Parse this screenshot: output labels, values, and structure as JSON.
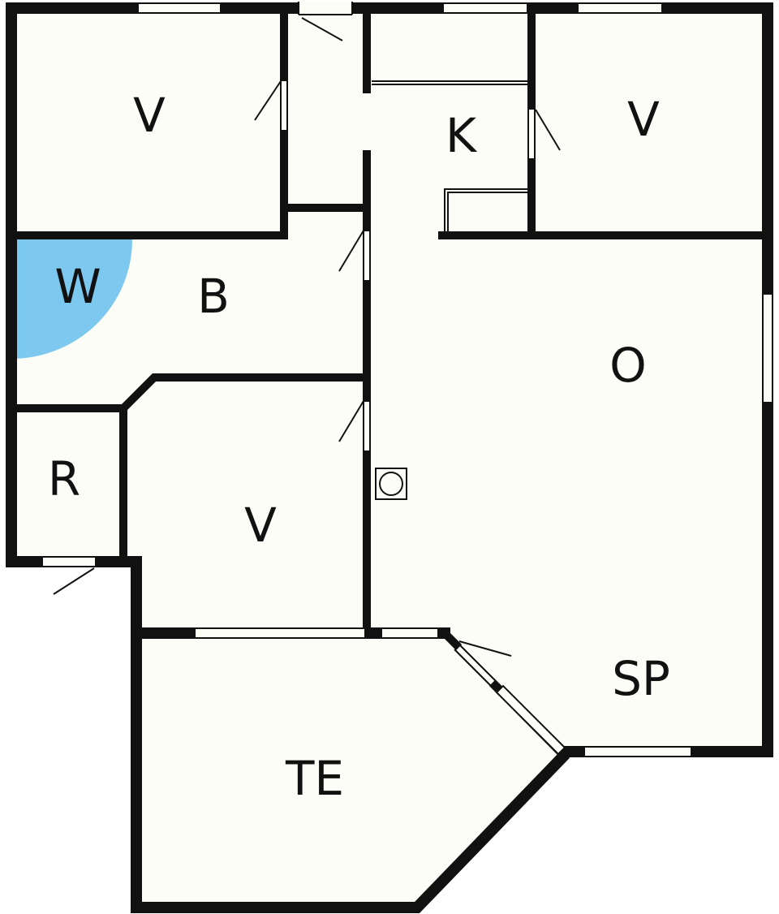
{
  "floorplan": {
    "colors": {
      "wall": "#111111",
      "floor": "#fdfdf7",
      "shower": "#7dc8ee"
    },
    "rooms": {
      "bedroom_nw": "V",
      "bedroom_ne": "V",
      "kitchen": "K",
      "shower": "W",
      "bathroom": "B",
      "living": "O",
      "storage": "R",
      "bedroom_sw": "V",
      "dining": "SP",
      "terrace": "TE"
    },
    "icons": {
      "stove": "circle-in-square",
      "door": "swing-line"
    }
  }
}
